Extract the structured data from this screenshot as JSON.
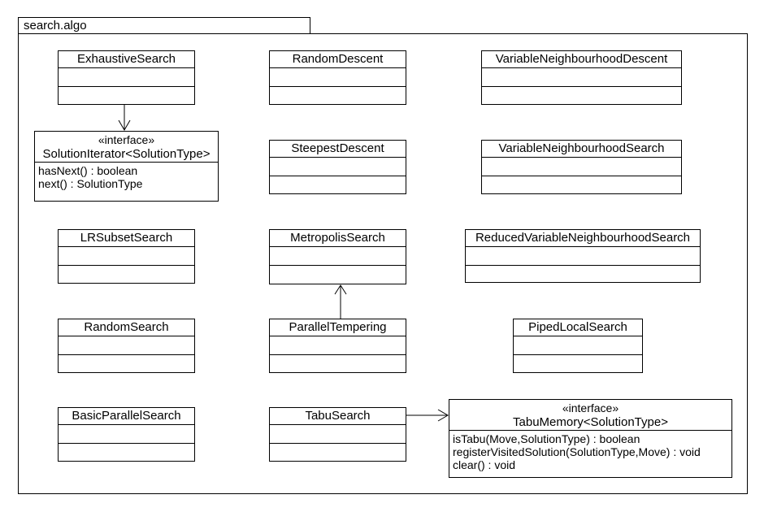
{
  "package": {
    "name": "search.algo"
  },
  "classes": [
    {
      "name": "ExhaustiveSearch"
    },
    {
      "name": "RandomDescent"
    },
    {
      "name": "VariableNeighbourhoodDescent"
    },
    {
      "name": "SteepestDescent"
    },
    {
      "name": "VariableNeighbourhoodSearch"
    },
    {
      "name": "LRSubsetSearch"
    },
    {
      "name": "MetropolisSearch"
    },
    {
      "name": "ReducedVariableNeighbourhoodSearch"
    },
    {
      "name": "RandomSearch"
    },
    {
      "name": "ParallelTempering"
    },
    {
      "name": "PipedLocalSearch"
    },
    {
      "name": "BasicParallelSearch"
    },
    {
      "name": "TabuSearch"
    }
  ],
  "interfaces": [
    {
      "stereotype": "«interface»",
      "name": "SolutionIterator<SolutionType>",
      "operations": [
        "hasNext() : boolean",
        "next() : SolutionType"
      ]
    },
    {
      "stereotype": "«interface»",
      "name": "TabuMemory<SolutionType>",
      "operations": [
        "isTabu(Move,SolutionType) : boolean",
        "registerVisitedSolution(SolutionType,Move) : void",
        "clear() : void"
      ]
    }
  ],
  "relations": [
    {
      "from": "ExhaustiveSearch",
      "to": "SolutionIterator<SolutionType>",
      "type": "directed-association"
    },
    {
      "from": "ParallelTempering",
      "to": "MetropolisSearch",
      "type": "directed-association"
    },
    {
      "from": "TabuSearch",
      "to": "TabuMemory<SolutionType>",
      "type": "directed-association"
    }
  ],
  "colors": {
    "line": "#000000",
    "background": "#ffffff",
    "text": "#000000"
  }
}
